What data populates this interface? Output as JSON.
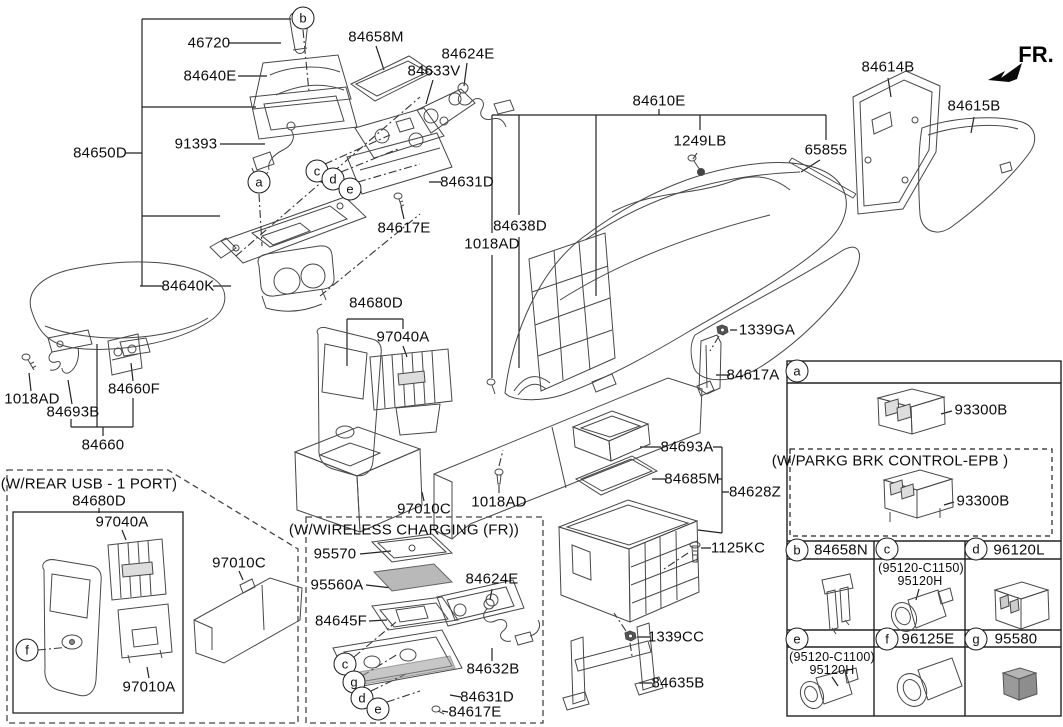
{
  "fr_marker": "FR.",
  "diagram": {
    "labels": {
      "l_46720": "46720",
      "l_84640E": "84640E",
      "l_84650D": "84650D",
      "l_91393": "91393",
      "l_84640K": "84640K",
      "l_84658M": "84658M",
      "l_84633V": "84633V",
      "l_84624E_top": "84624E",
      "l_84631D_top": "84631D",
      "l_84617E_top": "84617E",
      "l_84610E": "84610E",
      "l_1249LB": "1249LB",
      "l_84638D": "84638D",
      "l_1018AD_console": "1018AD",
      "l_65855": "65855",
      "l_84614B": "84614B",
      "l_84615B": "84615B",
      "l_1339GA": "1339GA",
      "l_84617A": "84617A",
      "l_84680D": "84680D",
      "l_97040A": "97040A",
      "l_97010C": "97010C",
      "l_1018AD_center": "1018AD",
      "l_84693A": "84693A",
      "l_84685M": "84685M",
      "l_84628Z": "84628Z",
      "l_1125KC": "1125KC",
      "l_1339CC": "1339CC",
      "l_84635B": "84635B",
      "l_1018AD_left": "1018AD",
      "l_84693B": "84693B",
      "l_84660F": "84660F",
      "l_84660": "84660"
    },
    "callouts": {
      "a": "a",
      "b": "b",
      "c": "c",
      "d": "d",
      "e": "e",
      "f": "f",
      "g": "g"
    }
  },
  "rear_usb_box": {
    "title": "(W/REAR USB - 1 PORT)",
    "l_84680D": "84680D",
    "l_97040A": "97040A",
    "l_97010C": "97010C",
    "l_97010A": "97010A"
  },
  "wireless_box": {
    "title": "(W/WIRELESS CHARGING (FR))",
    "l_95570": "95570",
    "l_95560A": "95560A",
    "l_84645F": "84645F",
    "l_84624E": "84624E",
    "l_84632B": "84632B",
    "l_84631D": "84631D",
    "l_84617E": "84617E"
  },
  "ref_panel": {
    "a_part": "93300B",
    "epb_title": "(W/PARKG BRK CONTROL-EPB )",
    "epb_part": "93300B",
    "b_part": "84658N",
    "c_alt": "(95120-C1150)",
    "c_part": "95120H",
    "d_part": "96120L",
    "e_alt": "(95120-C1100)",
    "e_part": "95120H",
    "f_part": "96125E",
    "g_part": "95580"
  }
}
